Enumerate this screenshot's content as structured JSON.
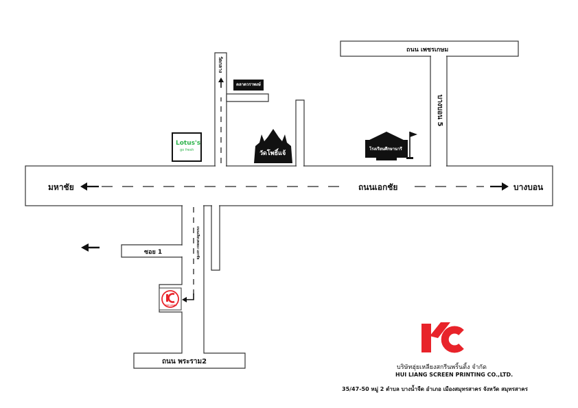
{
  "colors": {
    "road_stroke": "#333333",
    "ink": "#111111",
    "brand_red": "#e8232a",
    "lotus_green": "#2db34a"
  },
  "roads": {
    "main": "ถนนเอกชัย",
    "left_dest": "มหาชัย",
    "right_dest": "บางบอน",
    "top_left": "วัดกลาง",
    "top_right": "ถนน เพชรเกษม",
    "bangbon5": "บางบอน 5",
    "soi1": "ซอย 1",
    "rama2": "ถนน พระราม2",
    "side_lane": "ถนนเลียบคลอง เอกชัย"
  },
  "landmarks": {
    "market": "ตลาดวราพงษ์",
    "lotus_brand": "Lotus's",
    "lotus_sub": "go fresh",
    "temple": "วัดโพธิ์แจ้",
    "school": "โรงเรียนศึกษานารี",
    "company_small": "HUI LIANG"
  },
  "company": {
    "name_th": "บริษัทฮุ่ยเหลียงสกรีนพริ้นติ้ง จำกัด",
    "name_en": "HUI LIANG SCREEN PRINTING CO.,LTD.",
    "address": "35/47-50 หมู่ 2 ตำบล บางน้ำจืด อำเภอ เมืองสมุทรสาคร จังหวัด สมุทรสาคร"
  }
}
